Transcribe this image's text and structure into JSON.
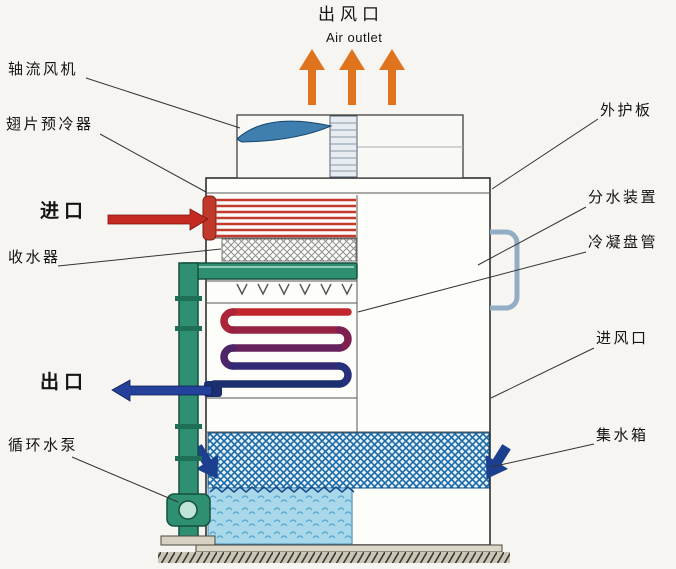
{
  "diagram": {
    "top_label_cn": "出风口",
    "top_label_en": "Air outlet",
    "left_labels": {
      "axial_fan": "轴流风机",
      "fin_precooler": "翅片预冷器",
      "inlet": "进口",
      "drift_eliminator": "收水器",
      "outlet": "出口",
      "circulating_pump": "循环水泵"
    },
    "right_labels": {
      "outer_panel": "外护板",
      "water_distributor": "分水装置",
      "condensing_coil": "冷凝盘管",
      "air_inlet": "进风口",
      "water_tank": "集水箱"
    },
    "colors": {
      "air_outlet_arrow": "#e0731d",
      "inlet_arrow": "#c42a22",
      "outlet_arrow": "#23409a",
      "pipe_green": "#2e8f72",
      "coil_red": "#c1272d",
      "coil_navy": "#1c2f6f",
      "tank_mesh_blue": "#1a6aa8",
      "water_light_blue": "#a8d8ea",
      "air_inlet_arrow": "#1c3f8f"
    }
  }
}
